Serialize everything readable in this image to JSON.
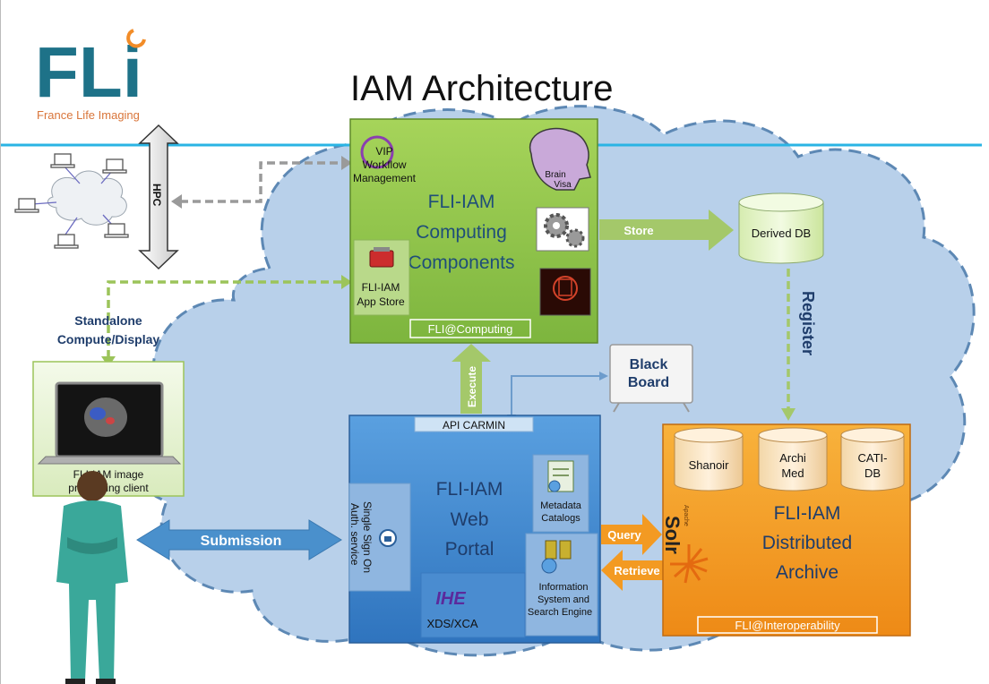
{
  "title": "IAM Architecture",
  "logo": {
    "letters": "FLi",
    "tagline": "France Life Imaging"
  },
  "labels": {
    "hpc": "HPC",
    "standalone": [
      "Standalone",
      "Compute/Display"
    ],
    "image_client": [
      "FLI-IAM image",
      "processing client"
    ],
    "submission": "Submission",
    "execute": "Execute",
    "store": "Store",
    "register": "Register",
    "query": "Query",
    "retrieve": "Retrieve",
    "derived_db": "Derived DB",
    "blackboard": [
      "Black",
      "Board"
    ]
  },
  "computing": {
    "title": [
      "FLI-IAM",
      "Computing",
      "Components"
    ],
    "vip": [
      "VIP",
      "Workflow",
      "Management"
    ],
    "brainvisa": [
      "Brain",
      "Visa"
    ],
    "appstore": [
      "FLI-IAM",
      "App Store"
    ],
    "badge": "FLI@Computing"
  },
  "portal": {
    "api": "API CARMIN",
    "title": [
      "FLI-IAM",
      "Web",
      "Portal"
    ],
    "sso": [
      "Single Sign On",
      "Auth. service"
    ],
    "metadata": [
      "Metadata",
      "Catalogs"
    ],
    "info": [
      "Information",
      "System and",
      "Search Engine"
    ],
    "ihe": "IHE",
    "xds": "XDS/XCA"
  },
  "archive": {
    "dbs": [
      {
        "label": [
          "Shanoir"
        ]
      },
      {
        "label": [
          "Archi",
          "Med"
        ]
      },
      {
        "label": [
          "CATI-",
          "DB"
        ]
      }
    ],
    "solr_brand": "Apache",
    "solr": "Solr",
    "title": [
      "FLI-IAM",
      "Distributed",
      "Archive"
    ],
    "badge": "FLI@Interoperability"
  },
  "colors": {
    "logo_teal": "#1e7288",
    "logo_orange": "#f28c28",
    "cyan_line": "#2ab4e4",
    "cloud_fill": "#b8d0ea",
    "cloud_stroke": "#5d88b4",
    "green_box": "#8fc548",
    "blue_box": "#3f87d0",
    "orange_box": "#f39a22"
  }
}
